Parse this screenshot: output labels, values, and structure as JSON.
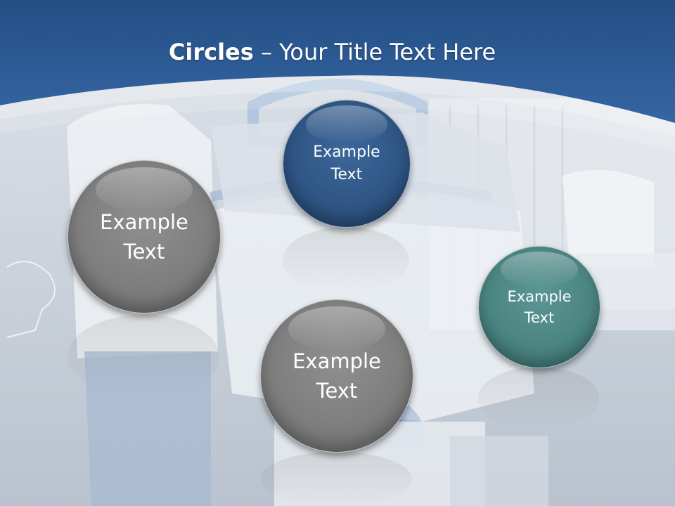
{
  "slide": {
    "title_bold": "Circles",
    "title_rest": " – Your Title Text Here",
    "circles": [
      {
        "id": "left",
        "label": "Example\nText",
        "color": "#7e7e7e"
      },
      {
        "id": "top",
        "label": "Example\nText",
        "color": "#2f5685"
      },
      {
        "id": "bottom",
        "label": "Example\nText",
        "color": "#7e7e7e"
      },
      {
        "id": "right",
        "label": "Example\nText",
        "color": "#4b8582"
      }
    ]
  },
  "colors": {
    "header_blue": "#2f5e99",
    "background": "#c9d1dc"
  }
}
